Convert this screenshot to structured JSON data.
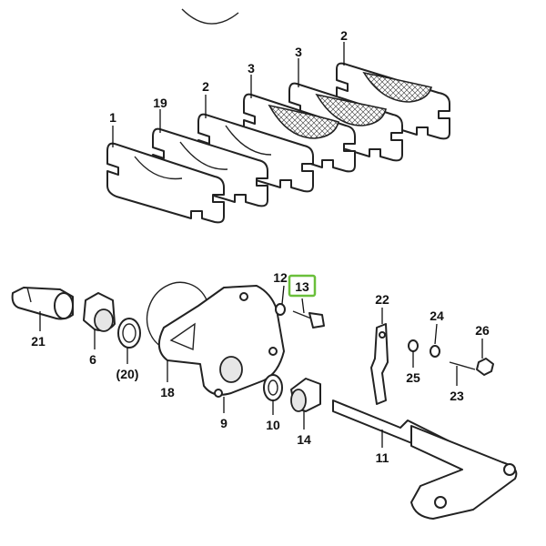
{
  "diagram": {
    "highlight_color": "#6abf3b",
    "highlighted_callout": "13",
    "callouts": [
      {
        "id": "c1",
        "label": "1"
      },
      {
        "id": "c19",
        "label": "19"
      },
      {
        "id": "c2a",
        "label": "2"
      },
      {
        "id": "c3a",
        "label": "3"
      },
      {
        "id": "c3b",
        "label": "3"
      },
      {
        "id": "c2b",
        "label": "2"
      },
      {
        "id": "c12",
        "label": "12"
      },
      {
        "id": "c13",
        "label": "13"
      },
      {
        "id": "c22",
        "label": "22"
      },
      {
        "id": "c21",
        "label": "21"
      },
      {
        "id": "c6",
        "label": "6"
      },
      {
        "id": "c20",
        "label": "(20)"
      },
      {
        "id": "c18",
        "label": "18"
      },
      {
        "id": "c9",
        "label": "9"
      },
      {
        "id": "c10",
        "label": "10"
      },
      {
        "id": "c14",
        "label": "14"
      },
      {
        "id": "c24",
        "label": "24"
      },
      {
        "id": "c25",
        "label": "25"
      },
      {
        "id": "c26",
        "label": "26"
      },
      {
        "id": "c23",
        "label": "23"
      },
      {
        "id": "c11",
        "label": "11"
      }
    ]
  }
}
